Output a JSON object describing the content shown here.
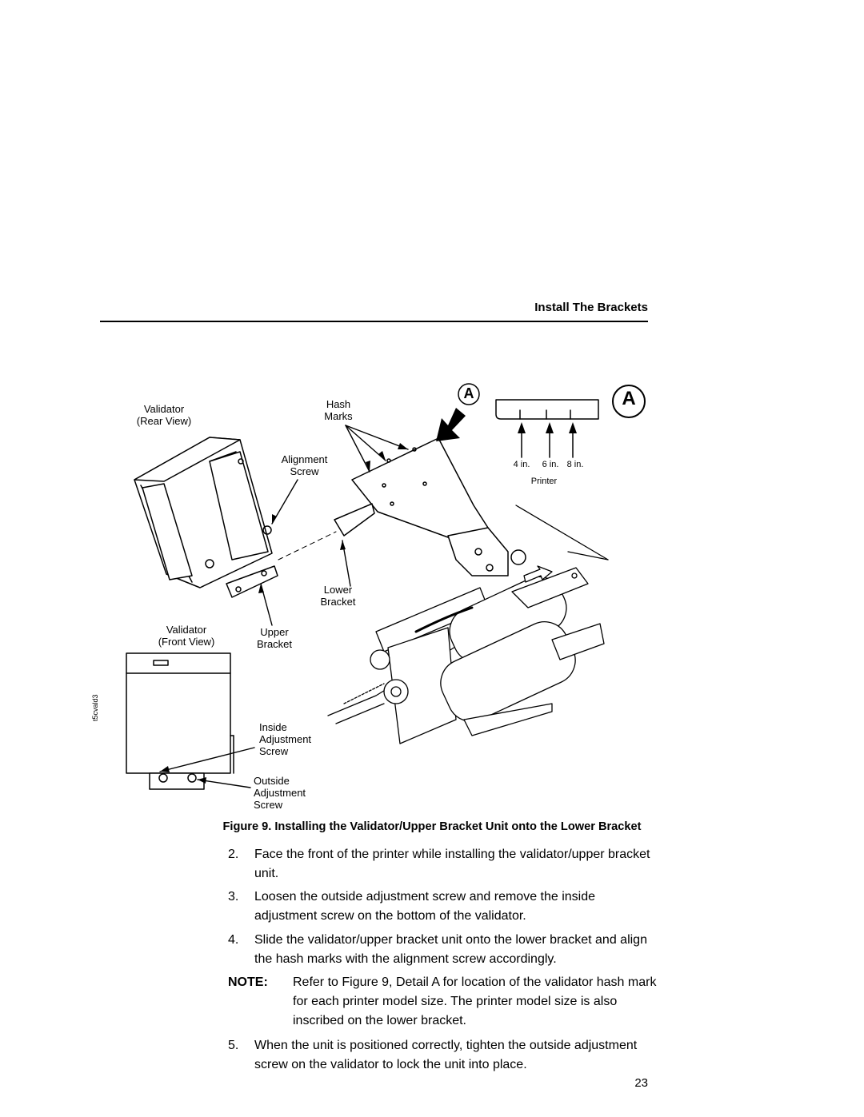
{
  "header": {
    "section_title": "Install The Brackets"
  },
  "figure": {
    "labels": {
      "validator_rear_1": "Validator",
      "validator_rear_2": "(Rear View)",
      "hash_1": "Hash",
      "hash_2": "Marks",
      "alignment_1": "Alignment",
      "alignment_2": "Screw",
      "lower_1": "Lower",
      "lower_2": "Bracket",
      "validator_front_1": "Validator",
      "validator_front_2": "(Front View)",
      "upper_1": "Upper",
      "upper_2": "Bracket",
      "inside_1": "Inside",
      "inside_2": "Adjustment",
      "inside_3": "Screw",
      "outside_1": "Outside",
      "outside_2": "Adjustment",
      "outside_3": "Screw",
      "detail_letter": "A",
      "size_4": "4 in.",
      "size_6": "6 in.",
      "size_8": "8 in.",
      "printer": "Printer",
      "file_id": "t5cvald3"
    },
    "caption": "Figure 9. Installing the Validator/Upper Bracket Unit onto the Lower Bracket"
  },
  "steps": [
    {
      "num": "2.",
      "text": "Face the front of the printer while installing the validator/upper bracket unit."
    },
    {
      "num": "3.",
      "text": "Loosen the outside adjustment screw and remove the inside adjustment screw on the bottom of the validator."
    },
    {
      "num": "4.",
      "text": "Slide the validator/upper bracket unit onto the lower bracket and align the hash marks with the alignment screw accordingly."
    }
  ],
  "note": {
    "label": "NOTE:",
    "text": "Refer to Figure 9, Detail A for location of the validator hash mark for each printer model size. The printer model size is also inscribed on the lower bracket."
  },
  "step5": {
    "num": "5.",
    "text": "When the unit is positioned correctly, tighten the outside adjustment screw on the validator to lock the unit into place."
  },
  "page_number": "23"
}
